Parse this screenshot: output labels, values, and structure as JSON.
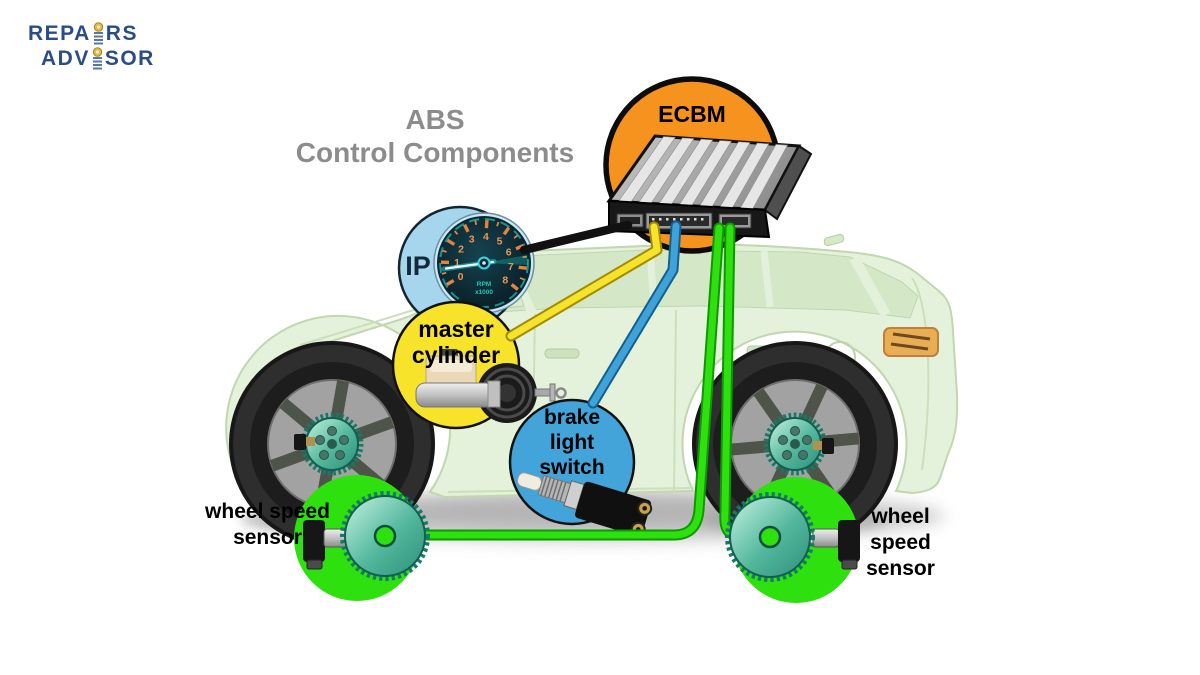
{
  "brand": {
    "line1_start": "REPA",
    "line1_end": "RS",
    "line2_start": "ADV",
    "line2_end": "SOR",
    "color": "#2b4d86"
  },
  "title": {
    "line1": "ABS",
    "line2": "Control Components",
    "color": "#8c8c8c"
  },
  "components": {
    "ecbm": {
      "label": "ECBM",
      "circle_color": "#f6921e"
    },
    "instrument_panel": {
      "label": "IP",
      "circle_color": "#a5d6ee",
      "gauge": {
        "numbers": [
          "0",
          "1",
          "2",
          "3",
          "4",
          "5",
          "6",
          "7",
          "8"
        ],
        "unit_line1": "RPM",
        "unit_line2": "x1000"
      }
    },
    "master_cylinder": {
      "label": "master cylinder",
      "circle_color": "#f8e32b"
    },
    "brake_light_switch": {
      "label": "brake light switch",
      "circle_color": "#42a4d8"
    },
    "wheel_speed_sensor_left": {
      "label": "wheel speed sensor",
      "circle_color": "#2ee00e"
    },
    "wheel_speed_sensor_right": {
      "label": "wheel speed sensor",
      "circle_color": "#2ee00e"
    }
  },
  "wires": {
    "ip_to_ecbm": "#111111",
    "master_cylinder_to_ecbm": "#f6e32b",
    "brake_switch_to_ecbm": "#3fa3d9",
    "sensors_to_ecbm": "#2ee00e"
  }
}
